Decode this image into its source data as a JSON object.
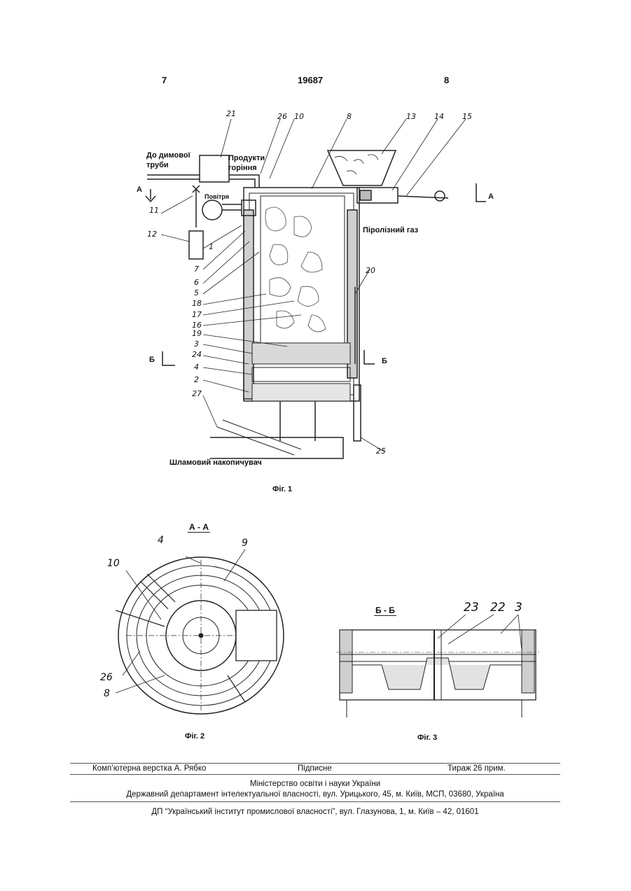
{
  "header": {
    "page_left": "7",
    "patent_number": "19687",
    "page_right": "8"
  },
  "fig1": {
    "labels": {
      "chimney": "До димової\nтруби",
      "combustion": "Продукти\nгоріння",
      "air": "Повітря",
      "pyrolysis_gas": "Піролізний газ",
      "sludge": "Шламовий накопичувач",
      "section_a": "А",
      "section_b": "Б"
    },
    "numbers": [
      "21",
      "26",
      "10",
      "8",
      "13",
      "14",
      "15",
      "11",
      "12",
      "1",
      "7",
      "6",
      "5",
      "18",
      "17",
      "16",
      "19",
      "3",
      "24",
      "4",
      "2",
      "27",
      "20",
      "25"
    ],
    "caption": "Фіг. 1"
  },
  "fig2": {
    "title": "А - А",
    "numbers": [
      "4",
      "9",
      "10",
      "26",
      "8"
    ],
    "caption": "Фіг. 2"
  },
  "fig3": {
    "title": "Б - Б",
    "numbers": [
      "23",
      "22",
      "3"
    ],
    "caption": "Фіг. 3"
  },
  "footer": {
    "layout": "Комп’ютерна верстка А. Рябко",
    "signed": "Підписне",
    "circulation": "Тираж 26 прим.",
    "ministry": "Міністерство освіти і науки України",
    "department": "Державний департамент інтелектуальної власності, вул. Урицького, 45, м. Київ, МСП, 03680, Україна",
    "institute": "ДП “Український інститут промислової власності”, вул. Глазунова, 1, м. Київ – 42, 01601"
  }
}
